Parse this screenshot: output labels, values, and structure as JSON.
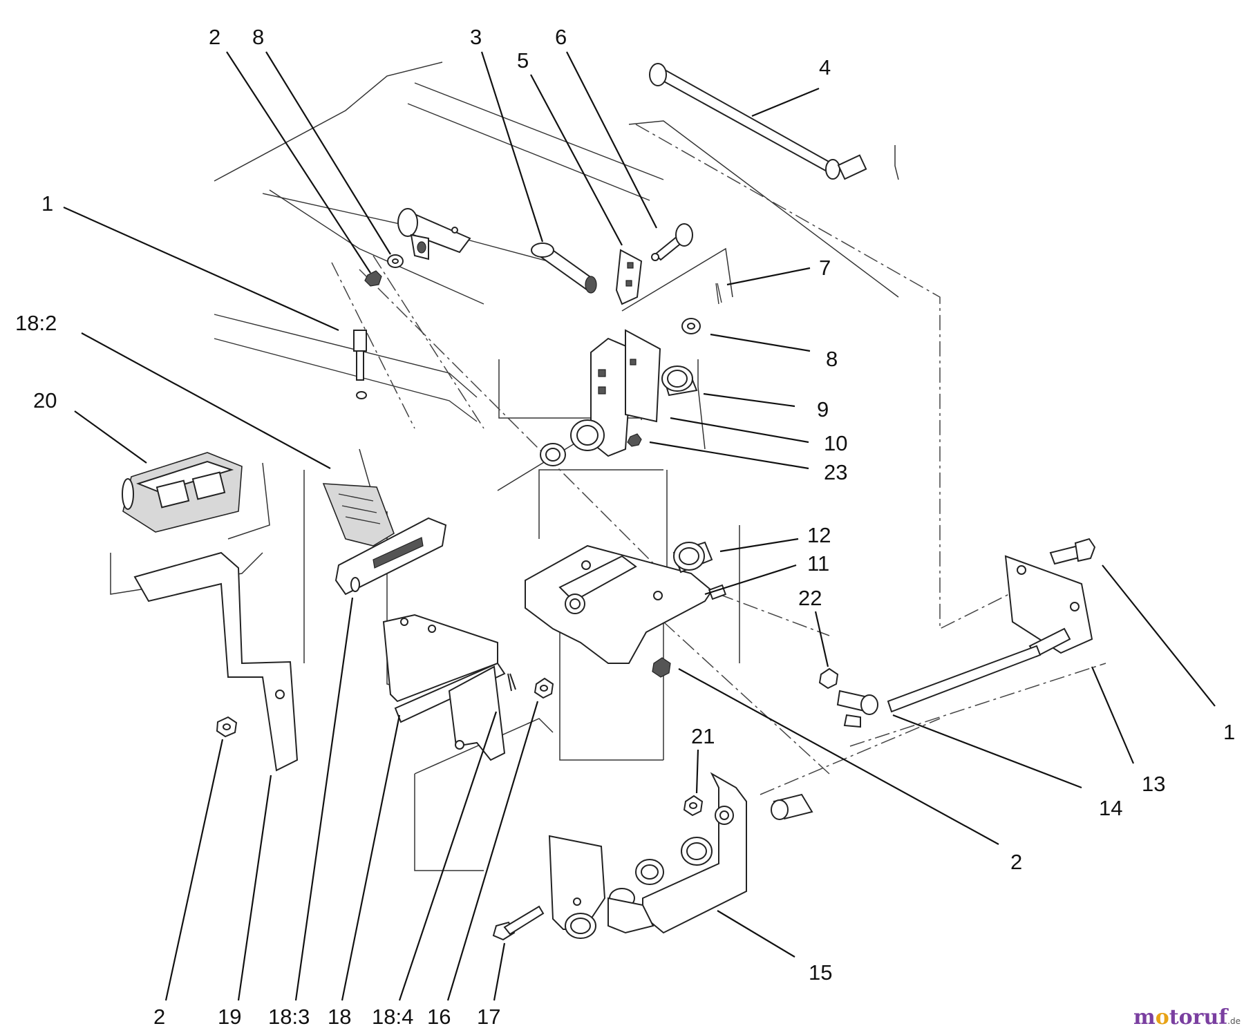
{
  "callouts": [
    "2",
    "8",
    "3",
    "6",
    "5",
    "4",
    "1",
    "7",
    "8",
    "9",
    "10",
    "23",
    "18:2",
    "20",
    "12",
    "11",
    "22",
    "1",
    "21",
    "14",
    "13",
    "2",
    "15",
    "2",
    "19",
    "18:3",
    "18",
    "18:4",
    "16",
    "17"
  ],
  "watermark": {
    "text_m": "m",
    "text_o": "o",
    "text_toruf": "toruf",
    "suffix": ".de",
    "colors": {
      "m": "#7a3fa0",
      "o": "#e8a317",
      "toruf": "#7a3fa0",
      "suffix": "#555555"
    }
  },
  "icons": [
    "bolt-icon",
    "nut-icon",
    "washer-icon",
    "bushing-icon",
    "pedal-pad-icon",
    "pedal-arm-icon",
    "bracket-icon",
    "rod-icon",
    "shaft-icon",
    "cotter-pin-icon"
  ]
}
